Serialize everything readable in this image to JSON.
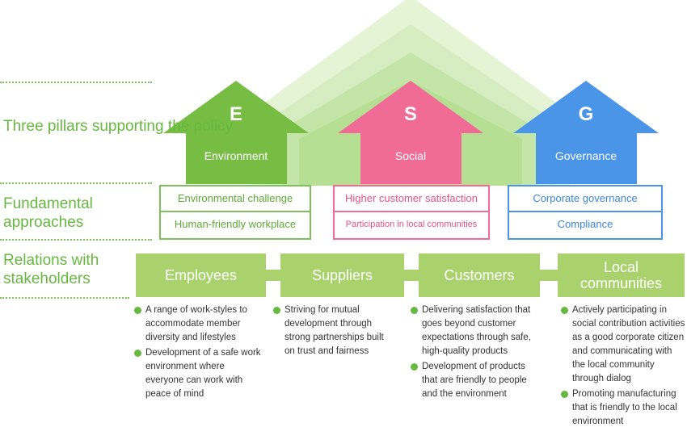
{
  "row_labels": {
    "pillars": "Three pillars supporting the policy",
    "approaches": "Fundamental approaches",
    "relations": "Relations with stakeholders"
  },
  "pillars": [
    {
      "letter": "E",
      "name": "Environment",
      "color": "#77bd44"
    },
    {
      "letter": "S",
      "name": "Social",
      "color": "#f06c96"
    },
    {
      "letter": "G",
      "name": "Governance",
      "color": "#4a95e8"
    }
  ],
  "approaches": {
    "environment": [
      "Environmental challenge",
      "Human-friendly workplace"
    ],
    "social": [
      "Higher customer satisfaction",
      "Participation in local communities"
    ],
    "governance": [
      "Corporate governance",
      "Compliance"
    ]
  },
  "stakeholders": [
    {
      "name": "Employees",
      "bullets": [
        "A range of work-styles to accommodate member diversity and lifestyles",
        "Development of a safe work environment where everyone can work with peace of mind"
      ]
    },
    {
      "name": "Suppliers",
      "bullets": [
        "Striving for mutual development through strong partnerships built on trust and fairness"
      ]
    },
    {
      "name": "Customers",
      "bullets": [
        "Delivering satisfaction that goes beyond customer expectations through safe, high-quality products",
        "Development of products that are friendly to people and the environment"
      ]
    },
    {
      "name": "Local communities",
      "bullets": [
        "Actively participating in social contribution activities as a good corporate citizen and communicating with the local community through dialog",
        "Promoting manufacturing that is friendly to the local environment"
      ]
    }
  ]
}
